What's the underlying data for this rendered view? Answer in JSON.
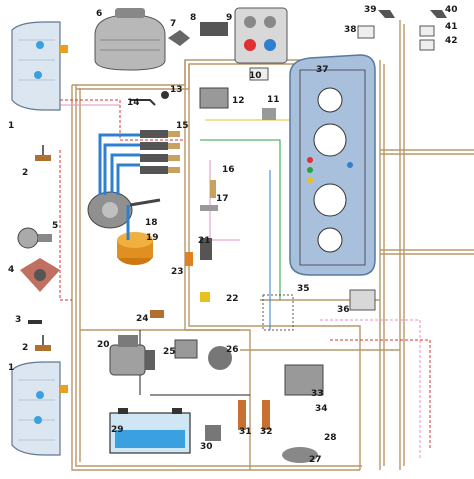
{
  "labels": {
    "l1a": "1",
    "l1b": "1",
    "l2a": "2",
    "l2b": "2",
    "l3": "3",
    "l4": "4",
    "l5": "5",
    "l6": "6",
    "l7": "7",
    "l8": "8",
    "l9": "9",
    "l10": "10",
    "l11": "11",
    "l12": "12",
    "l13": "13",
    "l14": "14",
    "l15": "15",
    "l16": "16",
    "l17": "17",
    "l18": "18",
    "l19": "19",
    "l20": "20",
    "l21": "21",
    "l22": "22",
    "l23": "23",
    "l24": "24",
    "l25": "25",
    "l26": "26",
    "l27": "27",
    "l28": "28",
    "l29": "29",
    "l30": "30",
    "l31": "31",
    "l32": "32",
    "l33": "33",
    "l34": "34",
    "l35": "35",
    "l36": "36",
    "l37": "37",
    "l38": "38",
    "l39": "39",
    "l40": "40",
    "l41": "41",
    "l42": "42"
  },
  "colors": {
    "harness": "#c8a878",
    "blue": "#2f7fd0",
    "red": "#e03030",
    "green": "#2ea040",
    "yellow": "#e8c020",
    "pink": "#e090c0",
    "black": "#202020",
    "panel": "#8aa6c8"
  }
}
